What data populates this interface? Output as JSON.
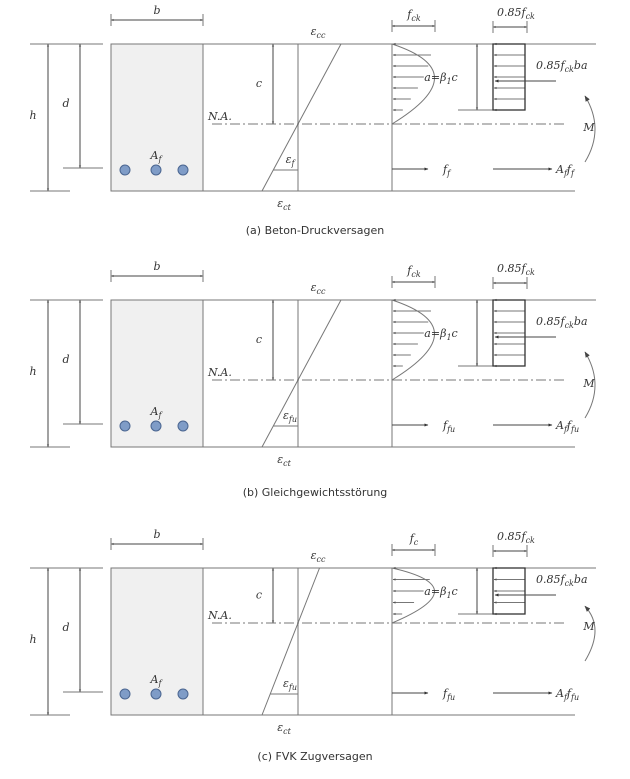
{
  "common": {
    "b": "b",
    "h": "h",
    "d": "d",
    "c": "c",
    "na": "N.A.",
    "M": "M",
    "Af": {
      "base": "A",
      "sub": "f"
    },
    "ecc": {
      "base": "ε",
      "sub": "cc"
    },
    "ect": {
      "base": "ε",
      "sub": "ct"
    },
    "a_eq": {
      "pre": "a=β",
      "sub": "1",
      "post": "c"
    },
    "k085": {
      "pre": "0.85f",
      "sub": "ck"
    },
    "force": {
      "pre": "0.85f",
      "sub": "ck",
      "post": "ba"
    }
  },
  "panels": [
    {
      "caption": "(a) Beton-Druckversagen",
      "stress": {
        "base": "f",
        "sub": "ck"
      },
      "strain": {
        "base": "ε",
        "sub": "f"
      },
      "ften": {
        "base": "f",
        "sub": "f"
      },
      "Tforce": {
        "pre": "A",
        "sub": "f",
        "pre2": "f",
        "sub2": "f"
      }
    },
    {
      "caption": "(b) Gleichgewichtsstörung",
      "stress": {
        "base": "f",
        "sub": "ck"
      },
      "strain": {
        "base": "ε",
        "sub": "fu"
      },
      "ften": {
        "base": "f",
        "sub": "fu"
      },
      "Tforce": {
        "pre": "A",
        "sub": "f",
        "pre2": "f",
        "sub2": "fu"
      }
    },
    {
      "caption": "(c) FVK Zugversagen",
      "stress": {
        "base": "f",
        "sub": "c"
      },
      "strain": {
        "base": "ε",
        "sub": "fu"
      },
      "ften": {
        "base": "f",
        "sub": "fu"
      },
      "Tforce": {
        "pre": "A",
        "sub": "f",
        "pre2": "f",
        "sub2": "fu"
      }
    }
  ],
  "colors": {
    "section": "#f0f0f0",
    "bar": "#7f9cc7"
  }
}
